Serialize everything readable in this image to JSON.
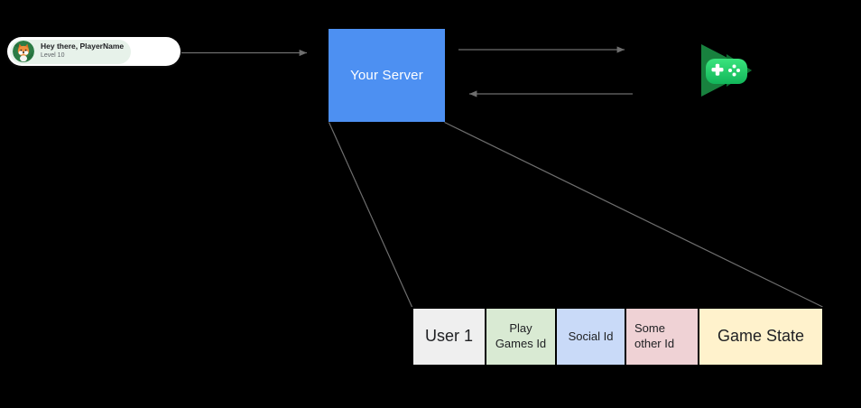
{
  "page": {
    "background": "#000000"
  },
  "player_card": {
    "title": "Hey there, PlayerName",
    "subtitle": "Level 10",
    "avatar": "fox-avatar-icon",
    "card_bg": "#ffffff",
    "inner_bg": "#e7f2ea"
  },
  "server_box": {
    "label": "Your Server",
    "color": "#4d90f2"
  },
  "play_games_icon": {
    "name": "google-play-games-icon",
    "triangle_color": "#18813e",
    "triangle_shadow_color": "#0e6b30",
    "gamepad_color_top": "#3ae47d",
    "gamepad_color_bottom": "#12b65a"
  },
  "user_table": {
    "cells": [
      {
        "label": "User 1",
        "color": "#efefef"
      },
      {
        "label": "Play\nGames Id",
        "color": "#d9ead3"
      },
      {
        "label": "Social Id",
        "color": "#c9daf8"
      },
      {
        "label": "Some\nother Id",
        "color": "#efd2d5"
      },
      {
        "label": "Game State",
        "color": "#fff2cc"
      }
    ]
  },
  "edges": [
    {
      "from": "player-client-card",
      "to": "your-server",
      "style": "arrow"
    },
    {
      "from": "your-server",
      "to": "play-games-services",
      "style": "arrow"
    },
    {
      "from": "play-games-services",
      "to": "your-server",
      "style": "arrow"
    },
    {
      "from": "your-server-bottom-left",
      "to": "user-table-top-left",
      "style": "line"
    },
    {
      "from": "your-server-bottom-right",
      "to": "user-table-top-right",
      "style": "line"
    }
  ],
  "colors": {
    "arrow": "#6e6e6e",
    "table_text": "#202124"
  }
}
